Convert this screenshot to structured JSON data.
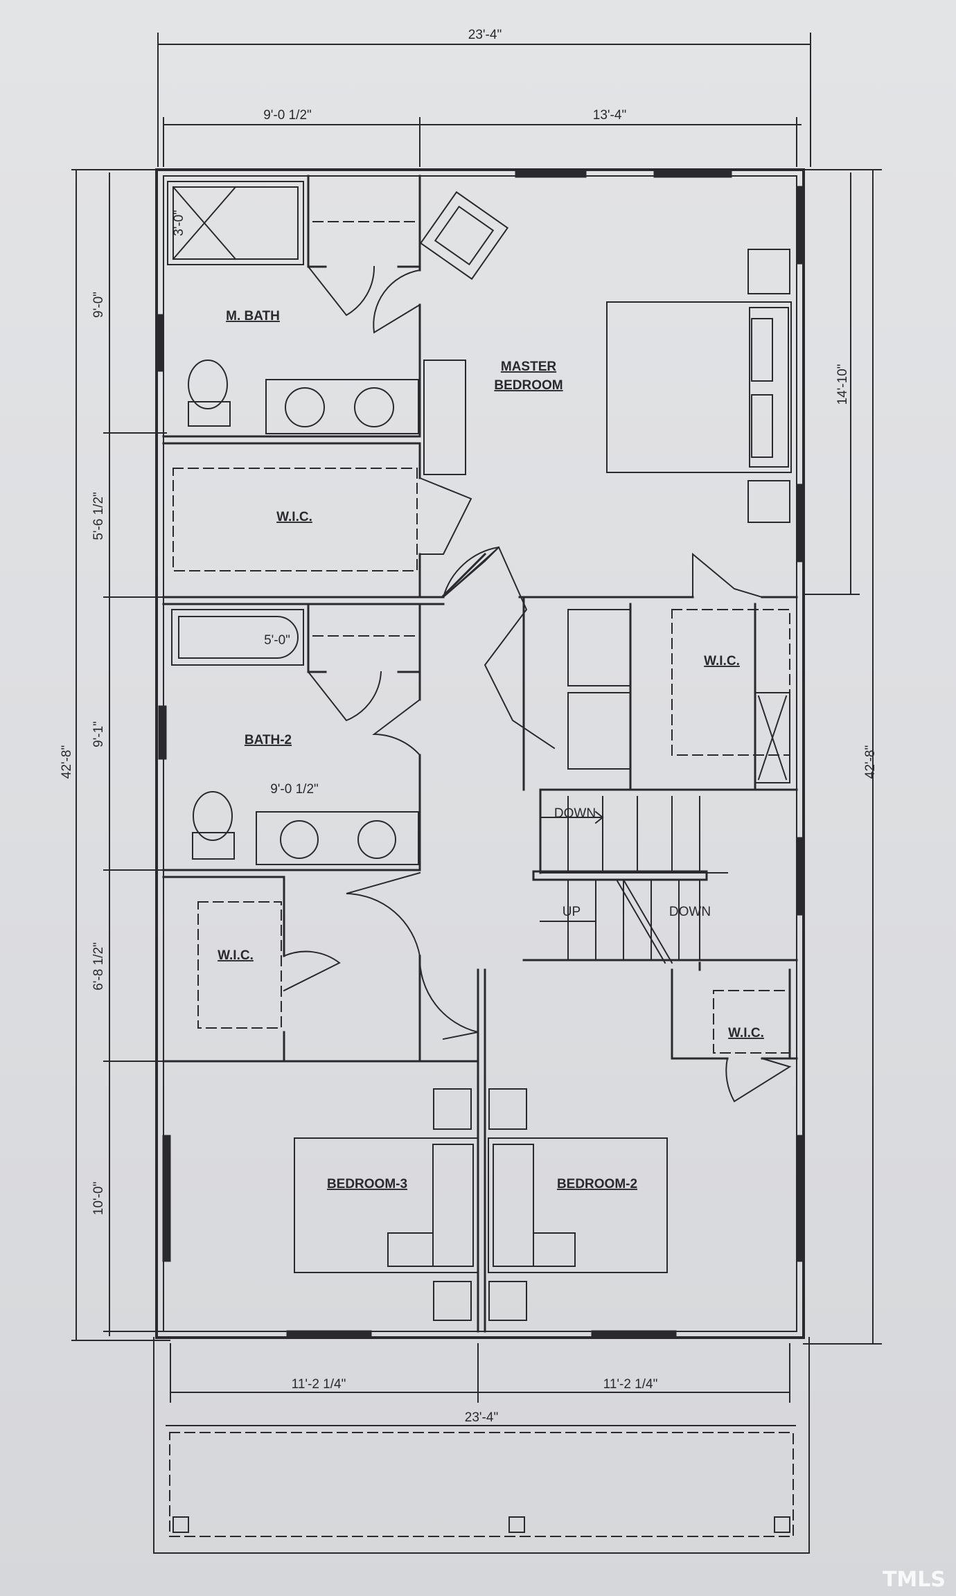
{
  "plan": {
    "dimensions": {
      "overall_width_top": "23'-4\"",
      "left_width": "9'-0 1/2\"",
      "right_width": "13'-4\"",
      "left_total": "42'-8\"",
      "right_total": "42'-8\"",
      "mbath_height": "9'-0\"",
      "wic_height": "5'-6 1/2\"",
      "bath2_height": "9'-1\"",
      "wic2_height": "6'-8 1/2\"",
      "bed_height": "10'-0\"",
      "master_height": "14'-10\"",
      "shower": "3'-0\"",
      "tub": "5'-0\"",
      "bath2_width": "9'-0 1/2\"",
      "bed3_width": "11'-2 1/4\"",
      "bed2_width": "11'-2 1/4\"",
      "overall_width_bottom": "23'-4\""
    },
    "rooms": {
      "m_bath": "M. BATH",
      "master_bedroom_1": "MASTER",
      "master_bedroom_2": "BEDROOM",
      "wic_master": "W.I.C.",
      "wic_right": "W.I.C.",
      "bath2": "BATH-2",
      "wic_left": "W.I.C.",
      "wic_stair": "W.I.C.",
      "bedroom3": "BEDROOM-3",
      "bedroom2": "BEDROOM-2"
    },
    "stairs": {
      "down_top": "DOWN",
      "up": "UP",
      "down_bottom": "DOWN"
    },
    "watermark": "TMLS"
  },
  "colors": {
    "ink": "#2a2a2e",
    "paper": "#dfe0e2"
  }
}
